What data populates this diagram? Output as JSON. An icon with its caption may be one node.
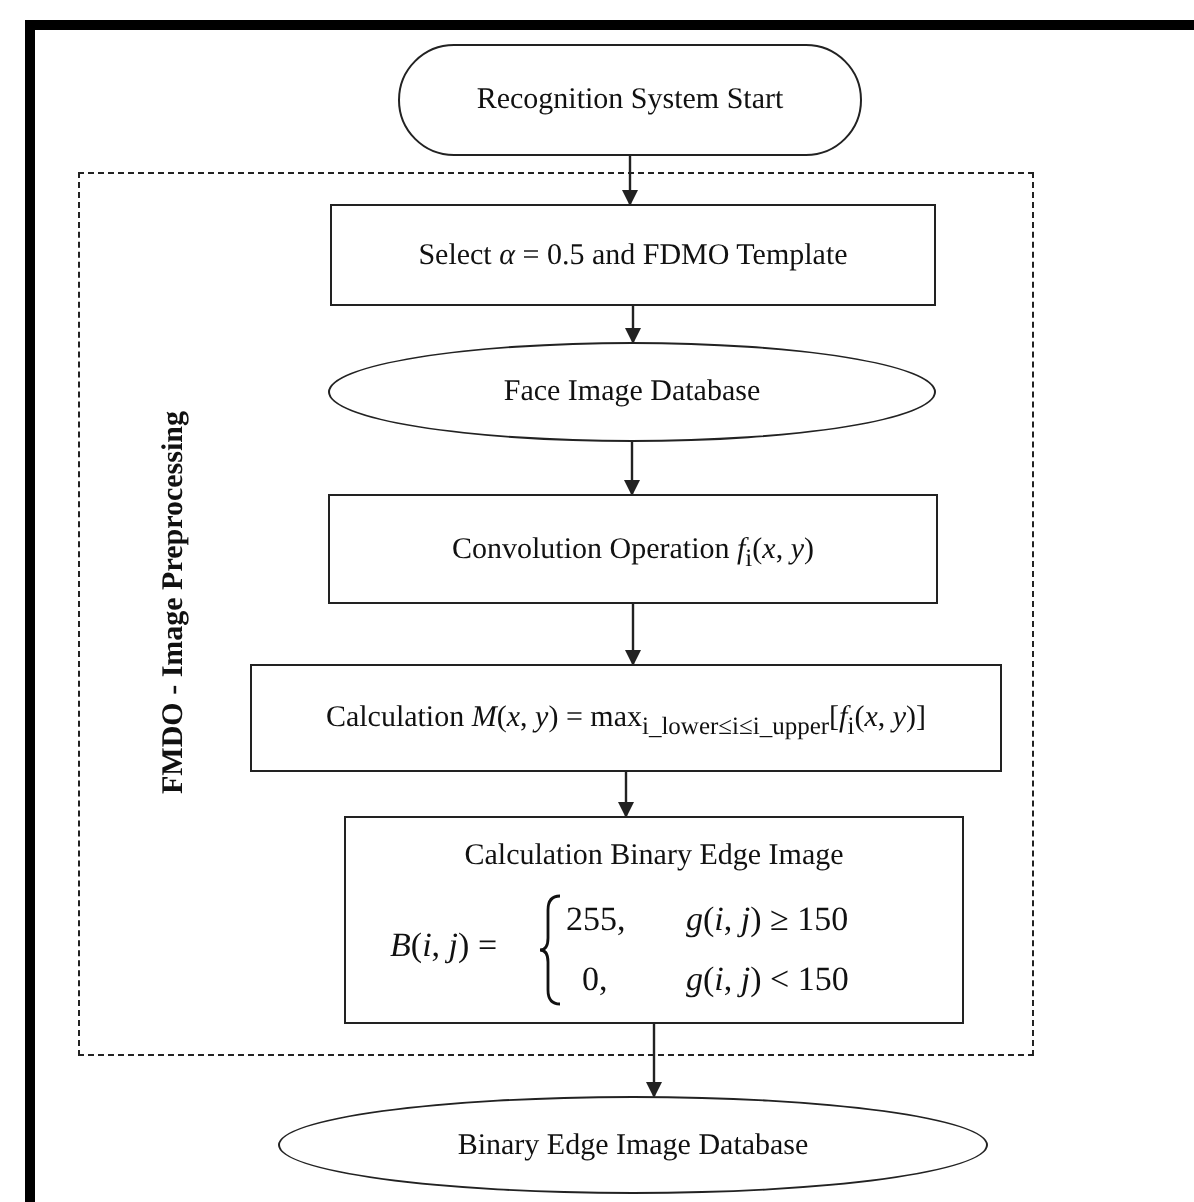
{
  "diagram": {
    "nodes": [
      {
        "text": [
          "Recognition System Start"
        ]
      },
      {
        "text": [
          "FMDO - Image Preprocessing"
        ]
      },
      {
        "text": [
          "Select *α* = 0.5 and FDMO Template"
        ],
        "in": 1
      },
      {
        "text": [
          "Face Image Database"
        ],
        "in": 1
      },
      {
        "text": [
          "Convolution Operation *f*$_{i}$(*x*, *y*)"
        ],
        "in": 1
      },
      {
        "text": [
          "Calculation *M*(*x*, *y*) = max$_{i_lower≤i≤i_upper}$[*f*$_{i}$(*x*, *y*)]"
        ],
        "in": 1
      },
      {
        "text": [
          "Calculation Binary Edge Image",
          "*B*(*i*, *j*) =",
          "255,",
          "*g*(*i*, *j*) ≥ 150",
          "0,",
          "*g*(*i*, *j*) < 150"
        ],
        "in": 1
      },
      {
        "text": [
          "Binary Edge Image Database"
        ]
      }
    ],
    "edges": [
      {
        "from": 0,
        "to": 2,
        "arrow": "to"
      },
      {
        "from": 2,
        "to": 3,
        "arrow": "to"
      },
      {
        "from": 3,
        "to": 4,
        "arrow": "to"
      },
      {
        "from": 4,
        "to": 5,
        "arrow": "to"
      },
      {
        "from": 5,
        "to": 6,
        "arrow": "to"
      },
      {
        "from": 6,
        "to": 7,
        "arrow": "to"
      }
    ]
  }
}
